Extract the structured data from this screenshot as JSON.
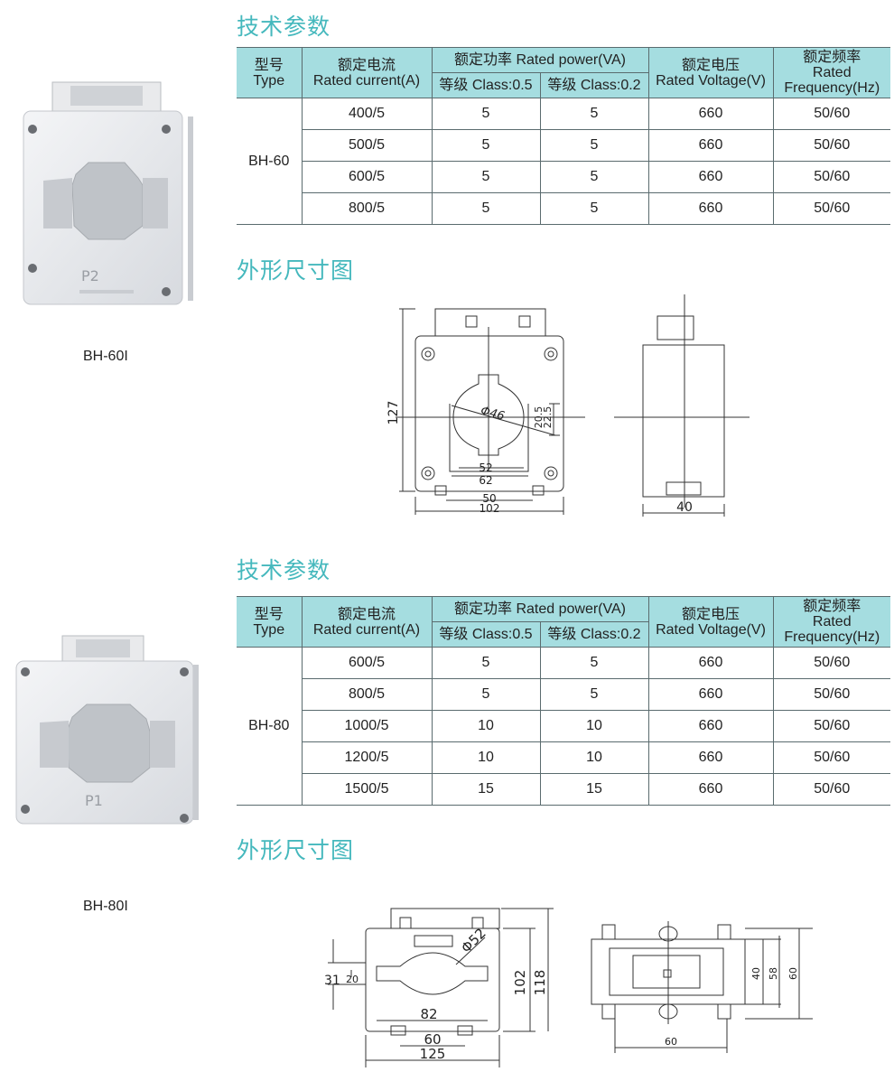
{
  "sections": [
    {
      "model_caption": "BH-60I",
      "specs_title": "技术参数",
      "dims_title": "外形尺寸图",
      "headers": {
        "type_cn": "型号",
        "type_en": "Type",
        "current_cn": "额定电流",
        "current_en": "Rated current(A)",
        "power": "额定功率 Rated power(VA)",
        "class05": "等级 Class:0.5",
        "class02": "等级 Class:0.2",
        "voltage_cn": "额定电压",
        "voltage_en": "Rated Voltage(V)",
        "freq_cn": "额定频率",
        "freq_en1": "Rated",
        "freq_en2": "Frequency(Hz)"
      },
      "model": "BH-60",
      "rows": [
        {
          "current": "400/5",
          "c05": "5",
          "c02": "5",
          "voltage": "660",
          "freq": "50/60"
        },
        {
          "current": "500/5",
          "c05": "5",
          "c02": "5",
          "voltage": "660",
          "freq": "50/60"
        },
        {
          "current": "600/5",
          "c05": "5",
          "c02": "5",
          "voltage": "660",
          "freq": "50/60"
        },
        {
          "current": "800/5",
          "c05": "5",
          "c02": "5",
          "voltage": "660",
          "freq": "50/60"
        }
      ],
      "dims": {
        "height": "127",
        "dia": "Φ46",
        "d20_5": "20.5",
        "d22_5": "22.5",
        "d52": "52",
        "d62": "62",
        "d50": "50",
        "d102": "102",
        "side40": "40",
        "product_marking": "P2"
      }
    },
    {
      "model_caption": "BH-80I",
      "specs_title": "技术参数",
      "dims_title": "外形尺寸图",
      "headers": {
        "type_cn": "型号",
        "type_en": "Type",
        "current_cn": "额定电流",
        "current_en": "Rated current(A)",
        "power": "额定功率 Rated power(VA)",
        "class05": "等级 Class:0.5",
        "class02": "等级 Class:0.2",
        "voltage_cn": "额定电压",
        "voltage_en": "Rated Voltage(V)",
        "freq_cn": "额定频率",
        "freq_en1": "Rated",
        "freq_en2": "Frequency(Hz)"
      },
      "model": "BH-80",
      "rows": [
        {
          "current": "600/5",
          "c05": "5",
          "c02": "5",
          "voltage": "660",
          "freq": "50/60"
        },
        {
          "current": "800/5",
          "c05": "5",
          "c02": "5",
          "voltage": "660",
          "freq": "50/60"
        },
        {
          "current": "1000/5",
          "c05": "10",
          "c02": "10",
          "voltage": "660",
          "freq": "50/60"
        },
        {
          "current": "1200/5",
          "c05": "10",
          "c02": "10",
          "voltage": "660",
          "freq": "50/60"
        },
        {
          "current": "1500/5",
          "c05": "15",
          "c02": "15",
          "voltage": "660",
          "freq": "50/60"
        }
      ],
      "dims": {
        "dia": "Φ52",
        "d31": "31",
        "d20": "20",
        "d82": "82",
        "d60": "60",
        "d125": "125",
        "d102": "102",
        "d118": "118",
        "side40": "40",
        "side58": "58",
        "side60": "60",
        "side_w60": "60",
        "product_marking": "P1"
      }
    }
  ]
}
